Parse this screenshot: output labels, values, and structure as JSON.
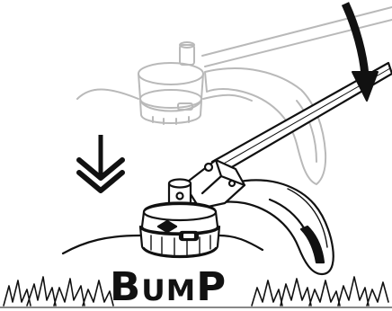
{
  "label": {
    "big_b": "B",
    "small_um": "UM",
    "big_p": "P"
  },
  "colors": {
    "ink": "#111111",
    "ghost": "#b9b9b9",
    "background": "#ffffff"
  },
  "icons": {
    "top_arrow": "down-arrow-icon",
    "left_arrow": "down-arrow-icon"
  }
}
